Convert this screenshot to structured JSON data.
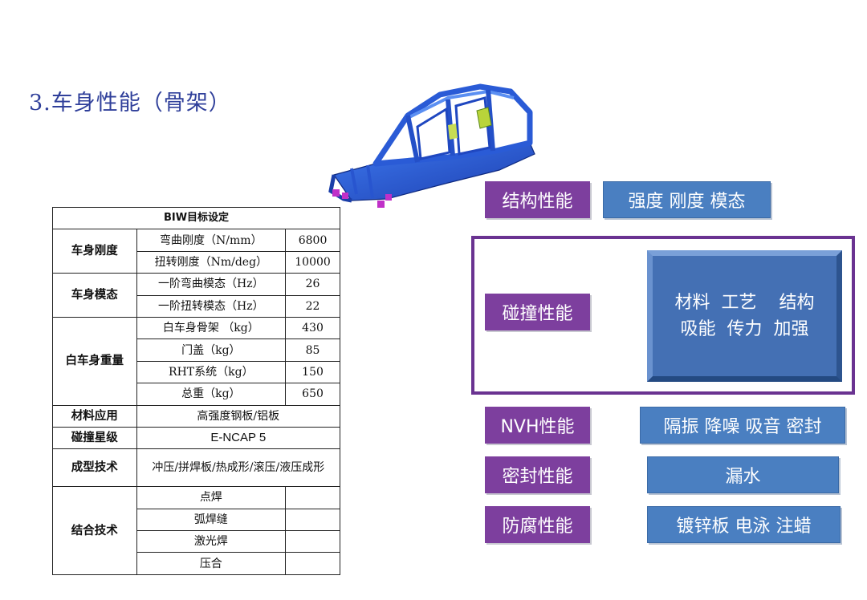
{
  "slide_title": "3.车身性能（骨架）",
  "table": {
    "header": "BIW目标设定",
    "stiffness": {
      "category": "车身刚度",
      "rows": [
        {
          "item": "弯曲刚度（N/mm）",
          "value": "6800"
        },
        {
          "item": "扭转刚度（Nm/deg）",
          "value": "10000"
        }
      ]
    },
    "modes": {
      "category": "车身模态",
      "rows": [
        {
          "item": "一阶弯曲模态（Hz）",
          "value": "26"
        },
        {
          "item": "一阶扭转模态（Hz）",
          "value": "22"
        }
      ]
    },
    "weight": {
      "category": "白车身重量",
      "rows": [
        {
          "item": "白车身骨架 （kg）",
          "value": "430"
        },
        {
          "item": "门盖（kg）",
          "value": "85"
        },
        {
          "item": "RHT系统（kg）",
          "value": "150"
        },
        {
          "item": "总重（kg）",
          "value": "650"
        }
      ]
    },
    "material": {
      "category": "材料应用",
      "value": "高强度钢板/铝板"
    },
    "crash_rating": {
      "category": "碰撞星级",
      "value": "E-NCAP 5"
    },
    "forming": {
      "category": "成型技术",
      "value": "冲压/拼焊板/热成形/滚压/液压成形"
    },
    "joining": {
      "category": "结合技术",
      "rows": [
        {
          "item": "点焊",
          "value": ""
        },
        {
          "item": "弧焊缝",
          "value": ""
        },
        {
          "item": "激光焊",
          "value": ""
        },
        {
          "item": "压合",
          "value": ""
        }
      ]
    }
  },
  "performance": {
    "structure": {
      "label": "结构性能",
      "detail": "强度 刚度  模态"
    },
    "crash": {
      "label": "碰撞性能",
      "detail_line1": "材料  工艺    结构",
      "detail_line2": "吸能  传力  加强"
    },
    "nvh": {
      "label": "NVH性能",
      "detail": "隔振 降噪 吸音  密封"
    },
    "sealing": {
      "label": "密封性能",
      "detail": "漏水"
    },
    "corrosion": {
      "label": "防腐性能",
      "detail": "镀锌板  电泳  注蜡"
    }
  },
  "colors": {
    "title": "#2f3f9a",
    "purple": "#7d3f9e",
    "blue": "#4a7fc1",
    "car_body": "#2a5bd6"
  }
}
